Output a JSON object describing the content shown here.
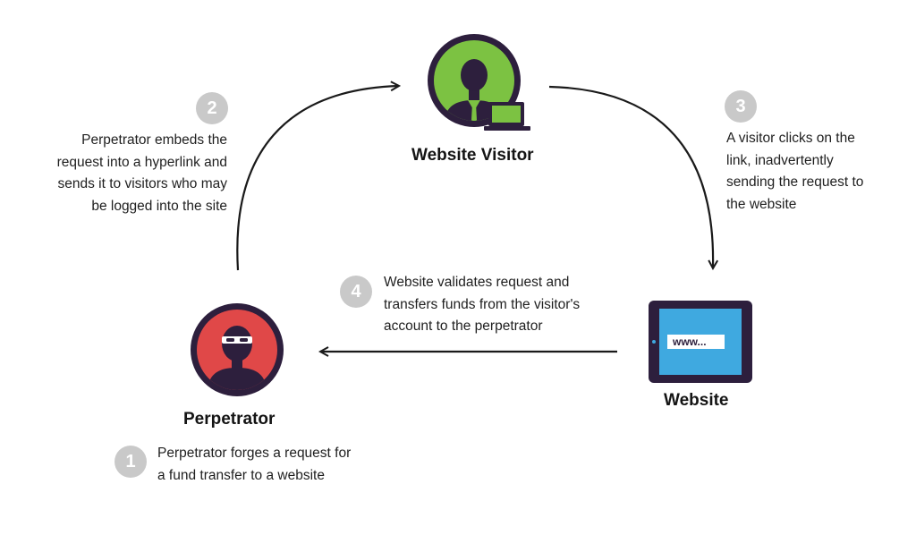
{
  "actors": {
    "visitor": {
      "label": "Website Visitor",
      "icon": "user-with-laptop-icon"
    },
    "perpetrator": {
      "label": "Perpetrator",
      "icon": "masked-hacker-icon"
    },
    "website": {
      "label": "Website",
      "icon": "tablet-website-icon",
      "url_text": "www..."
    }
  },
  "steps": [
    {
      "number": "1",
      "lines": [
        "Perpetrator forges a request for",
        "a fund transfer to a website"
      ]
    },
    {
      "number": "2",
      "lines": [
        "Perpetrator embeds the",
        "request into a hyperlink  and",
        "sends it to visitors who may",
        "be logged into the site"
      ]
    },
    {
      "number": "3",
      "lines": [
        "A visitor clicks on the",
        "link, inadvertently",
        "sending the request to",
        "the website"
      ]
    },
    {
      "number": "4",
      "lines": [
        "Website validates request and",
        "transfers funds from the visitor's",
        "account to the  perpetrator"
      ]
    }
  ],
  "colors": {
    "ring": "#2d1f3d",
    "visitor_bg": "#7cc242",
    "perpetrator_bg": "#e04848",
    "tablet_screen": "#3fa9e0",
    "badge": "#c9c9c9",
    "arrow": "#1a1a1a"
  }
}
